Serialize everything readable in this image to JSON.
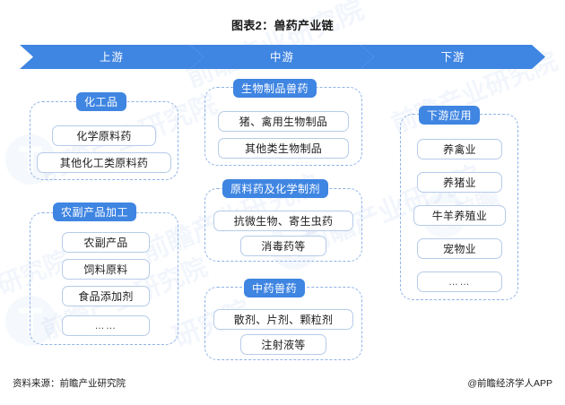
{
  "title": "图表2：兽药产业链",
  "stages": [
    {
      "label": "上游"
    },
    {
      "label": "中游"
    },
    {
      "label": "下游"
    }
  ],
  "columns": {
    "upstream": {
      "groups": [
        {
          "chip": "化工品",
          "items": [
            "化学原料药",
            "其他化工类原料药"
          ]
        },
        {
          "chip": "农副产品加工",
          "items": [
            "农副产品",
            "饲料原料",
            "食品添加剂",
            "……"
          ]
        }
      ]
    },
    "midstream": {
      "groups": [
        {
          "chip": "生物制品兽药",
          "items": [
            "猪、禽用生物制品",
            "其他类生物制品"
          ]
        },
        {
          "chip": "原料药及化学制剂",
          "items": [
            "抗微生物、寄生虫药",
            "消毒药等"
          ]
        },
        {
          "chip": "中药兽药",
          "items": [
            "散剂、片剂、颗粒剂",
            "注射液等"
          ]
        }
      ]
    },
    "downstream": {
      "groups": [
        {
          "chip": "下游应用",
          "items": [
            "养禽业",
            "养猪业",
            "牛羊养殖业",
            "宠物业",
            "……"
          ]
        }
      ]
    }
  },
  "footer": {
    "source": "资料来源：前瞻产业研究院",
    "credit": "@前瞻经济学人APP"
  },
  "watermark": {
    "text_a": "前瞻产业研究院",
    "text_b": "前瞻",
    "text_c": "研究院"
  },
  "colors": {
    "accent": "#3f85e2",
    "dashed_border": "#8fb3e8",
    "item_border": "#b6cbe9",
    "text": "#1d1d1d"
  }
}
